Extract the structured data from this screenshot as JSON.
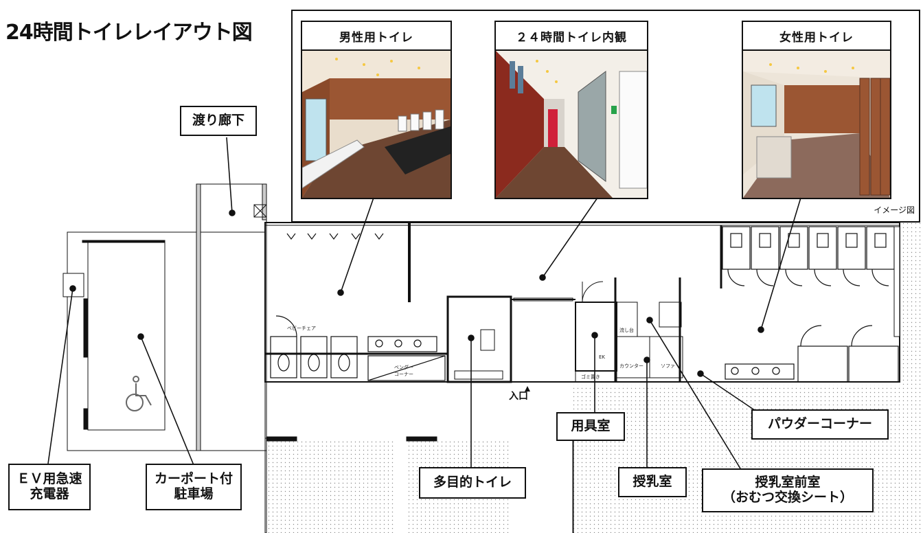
{
  "title": "24時間トイレレイアウト図",
  "photos": {
    "men": "男性用トイレ",
    "interior": "２４時間トイレ内観",
    "women": "女性用トイレ",
    "note": "イメージ図"
  },
  "labels": {
    "corridor": "渡り廊下",
    "ev_charger": "ＥＶ用急速\n充電器",
    "carport": "カーポート付\n駐車場",
    "multipurpose": "多目的トイレ",
    "storage": "用具室",
    "nursing": "授乳室",
    "nursing_front": "授乳室前室\n（おむつ交換シート）",
    "powder": "パウダーコーナー",
    "entrance": "入口"
  },
  "plan_text": {
    "baby_chair": "ベビーチェア",
    "bender": "ベンダー\nコーナー",
    "sink_room": "流し台",
    "counter": "カウンター",
    "sofa": "ソファ",
    "trash": "ゴミ置き",
    "ek": "EK"
  },
  "colors": {
    "wood": "#8a4a2a",
    "floor": "#6e4632",
    "line": "#111111",
    "hatch": "#bdbdbd"
  }
}
